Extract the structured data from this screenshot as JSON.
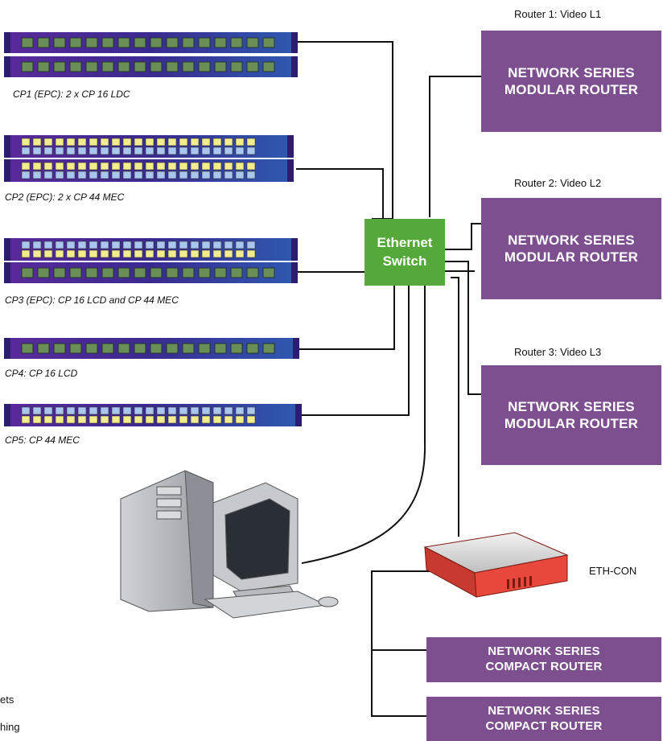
{
  "panels": [
    {
      "caption": "CP1 (EPC): 2 x CP 16 LDC"
    },
    {
      "caption": "CP2 (EPC): 2 x CP 44 MEC"
    },
    {
      "caption": "CP3 (EPC): CP 16 LCD and CP 44 MEC"
    },
    {
      "caption": "CP4: CP 16 LCD"
    },
    {
      "caption": "CP5: CP 44 MEC"
    }
  ],
  "switch": {
    "line1": "Ethernet",
    "line2": "Switch"
  },
  "routers": [
    {
      "title": "Router 1: Video L1",
      "line1": "NETWORK SERIES",
      "line2": "MODULAR ROUTER"
    },
    {
      "title": "Router 2: Video L2",
      "line1": "NETWORK SERIES",
      "line2": "MODULAR ROUTER"
    },
    {
      "title": "Router 3: Video L3",
      "line1": "NETWORK SERIES",
      "line2": "MODULAR ROUTER"
    }
  ],
  "ethcon": {
    "label": "ETH-CON"
  },
  "compact": [
    {
      "line1": "NETWORK SERIES",
      "line2": "COMPACT ROUTER"
    },
    {
      "line1": "NETWORK SERIES",
      "line2": "COMPACT ROUTER"
    }
  ],
  "cutoff_text": [
    "ets",
    "hing"
  ],
  "colors": {
    "router": "#7d4f8f",
    "switch": "#55a93a",
    "panel": "#4b2f8c",
    "ethcon": "#e8473c"
  }
}
